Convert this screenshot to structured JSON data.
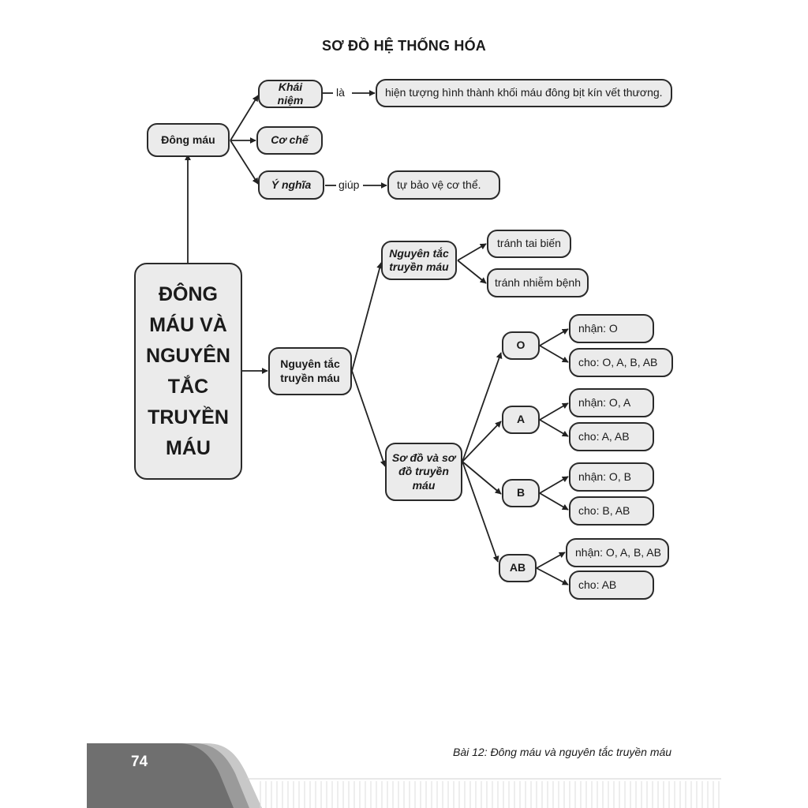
{
  "title": "SƠ ĐỒ HỆ THỐNG HÓA",
  "nodes": {
    "main": "ĐÔNG MÁU VÀ NGUYÊN TẮC TRUYỀN MÁU",
    "dong_mau": "Đông máu",
    "khai_niem": "Khái niệm",
    "khai_niem_def": "hiện tượng hình thành khối máu đông bịt kín vết thương.",
    "co_che": "Cơ chế",
    "y_nghia": "Ý nghĩa",
    "y_nghia_def": "tự bảo vệ cơ thể.",
    "nguyen_tac_truyen_mau": "Nguyên tắc truyền máu",
    "nguyen_tac_truyen_mau_sub": "Nguyên tắc truyền máu",
    "tranh_tai_bien": "tránh tai biến",
    "tranh_nhiem_benh": "tránh nhiễm bệnh",
    "so_do_truyen_mau": "Sơ đồ và sơ đồ truyền máu",
    "group_o": "O",
    "group_a": "A",
    "group_b": "B",
    "group_ab": "AB",
    "o_nhan": "nhận: O",
    "o_cho": "cho: O, A, B, AB",
    "a_nhan": "nhận: O, A",
    "a_cho": "cho: A, AB",
    "b_nhan": "nhận: O, B",
    "b_cho": "cho: B, AB",
    "ab_nhan": "nhận: O, A, B, AB",
    "ab_cho": "cho: AB"
  },
  "edge_labels": {
    "la": "là",
    "giup": "giúp"
  },
  "footer": {
    "page_number": "74",
    "lesson": "Bài 12: Đông máu và nguyên tắc truyền máu"
  },
  "colors": {
    "node_fill": "#ebebeb",
    "node_border": "#2a2a2a",
    "footer_band": "#6f6f6f"
  }
}
